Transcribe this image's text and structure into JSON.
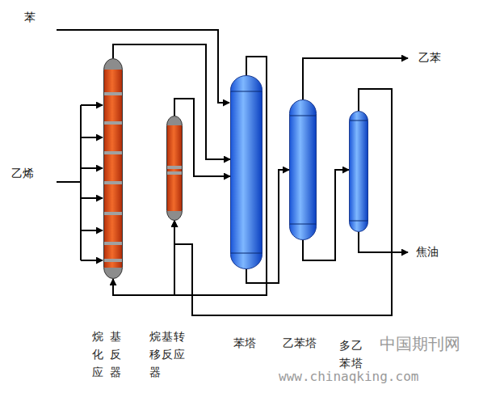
{
  "diagram": {
    "nodes": [
      {
        "text": [
          "烷基化反应器"
        ]
      },
      {
        "text": [
          "烷基转移反应器"
        ]
      },
      {
        "text": [
          "苯塔"
        ]
      },
      {
        "text": [
          "乙苯塔"
        ]
      },
      {
        "text": [
          "多乙苯塔"
        ]
      }
    ],
    "edges": [
      {
        "from": 0,
        "to": 2,
        "arrow": "to"
      },
      {
        "from": 1,
        "to": 2,
        "arrow": "to"
      },
      {
        "from": 2,
        "to": 0,
        "arrow": "to"
      },
      {
        "from": 2,
        "to": 1,
        "arrow": "to"
      },
      {
        "from": 2,
        "to": 3,
        "arrow": "to"
      },
      {
        "from": 3,
        "to": 4,
        "arrow": "to"
      },
      {
        "from": 4,
        "to": 1,
        "arrow": "to"
      }
    ],
    "labels": [
      "苯",
      "乙烯",
      "乙苯",
      "焦油",
      "中国期刊网",
      "www.chinaqking.com"
    ]
  }
}
